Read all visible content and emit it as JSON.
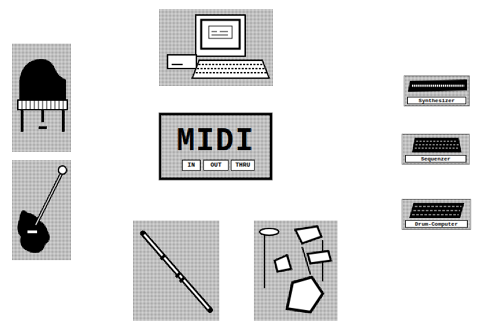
{
  "diagram": {
    "nodes": [
      {
        "text": [
          "Synthesizer"
        ]
      },
      {
        "text": [
          "MIDI"
        ]
      },
      {
        "text": [
          "IN"
        ],
        "in": 1
      },
      {
        "text": [
          "OUT"
        ],
        "in": 1
      },
      {
        "text": [
          "THRU"
        ],
        "in": 1
      },
      {
        "text": [
          "Sequenzer"
        ]
      },
      {
        "text": [
          "Drum-Computer"
        ]
      }
    ]
  }
}
